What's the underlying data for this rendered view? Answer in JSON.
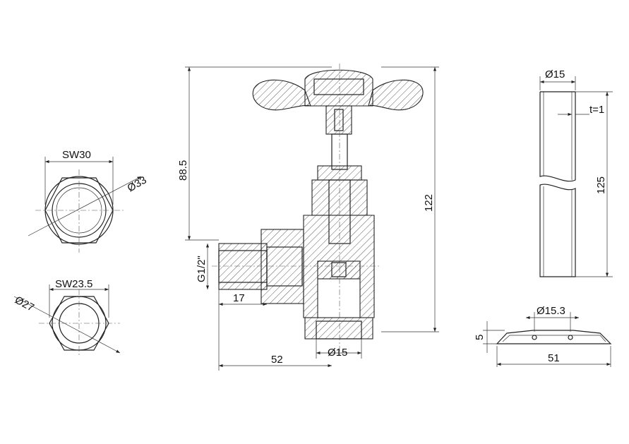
{
  "hex_nut_large": {
    "width_across_flats": "SW30",
    "diameter": "Ø33"
  },
  "hex_nut_small": {
    "width_across_flats": "SW23.5",
    "diameter": "Ø27"
  },
  "valve": {
    "stem_height": "88.5",
    "total_height": "122",
    "thread": "G1/2\"",
    "inlet_length": "17",
    "overall_width": "52",
    "outlet_diameter": "Ø15"
  },
  "pipe": {
    "diameter": "Ø15",
    "wall_thickness": "t=1",
    "length": "125"
  },
  "rosette": {
    "inner_diameter": "Ø15.3",
    "height": "5",
    "outer_diameter": "51"
  }
}
